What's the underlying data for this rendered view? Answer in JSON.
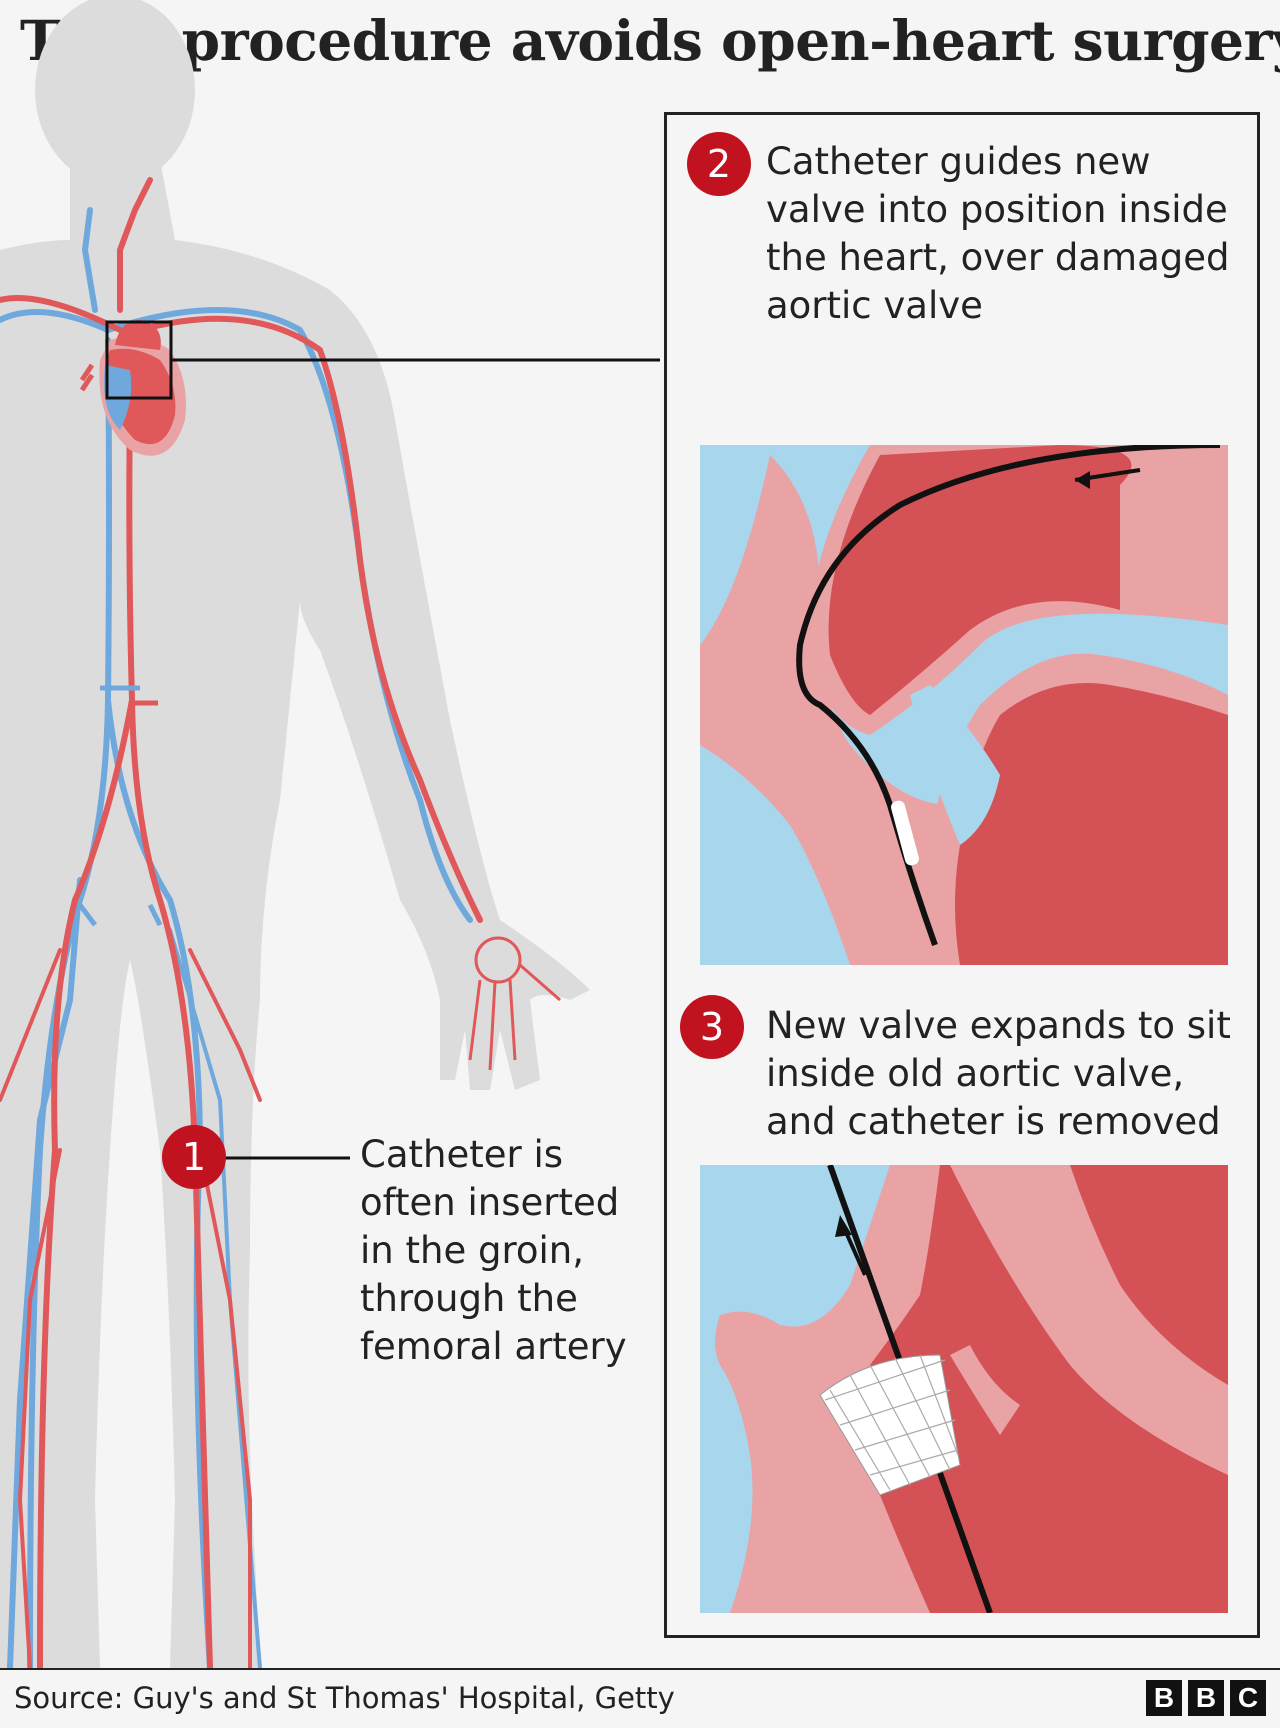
{
  "title": "TAVI procedure avoids open-heart surgery",
  "steps": [
    {
      "number": "1",
      "text": "Catheter is often inserted in the groin, through the femoral artery"
    },
    {
      "number": "2",
      "text": "Catheter guides new valve into position inside the heart, over damaged aortic valve"
    },
    {
      "number": "3",
      "text": "New valve expands to sit inside old aortic valve, and catheter is removed"
    }
  ],
  "source": "Source: Guy's and St Thomas' Hospital, Getty",
  "logo": {
    "letters": [
      "B",
      "B",
      "C"
    ]
  },
  "colors": {
    "artery": "#e0585a",
    "artery_dark": "#d45256",
    "vein": "#6fa8dc",
    "vein_light": "#a8d6ec",
    "tissue": "#eaa3a5",
    "silhouette": "#dcdcdc",
    "badge": "#c1121f",
    "catheter": "#111111"
  }
}
